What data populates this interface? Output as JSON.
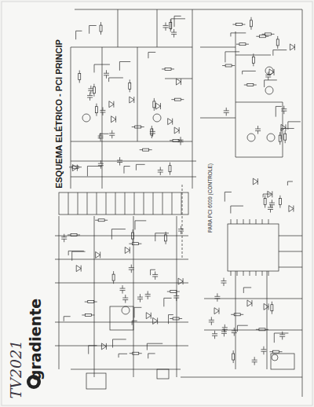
{
  "diagram": {
    "title": "ESQUEMA ELÉTRICO - PCI PRINCIP",
    "labels": [
      "gradiente",
      "TV2021",
      "PARA PCI 6009 (CONTROLE)"
    ]
  }
}
